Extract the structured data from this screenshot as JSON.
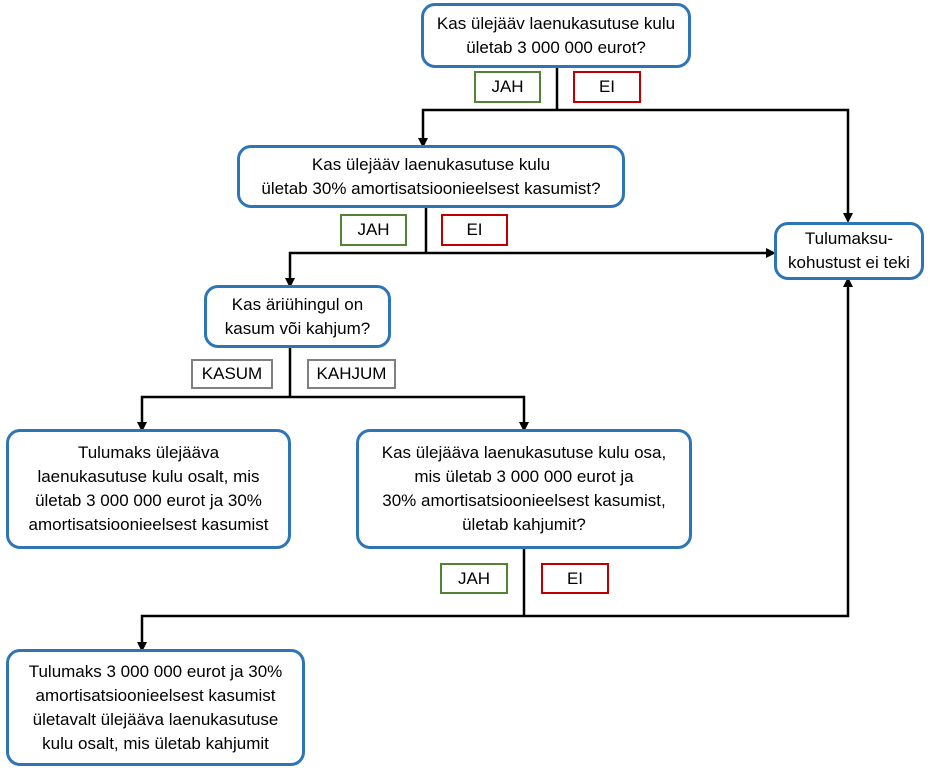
{
  "nodes": {
    "q1": "Kas ülejääv laenukasutuse kulu\nületab 3 000 000 eurot?",
    "q2": "Kas ülejääv laenukasutuse kulu\nületab 30% amortisatsioonieelsest kasumist?",
    "no_tax": "Tulumaksu-\nkohustust ei teki",
    "q3": "Kas äriühingul on\nkasum või kahjum?",
    "tax_profit": "Tulumaks ülejääva\nlaenukasutuse kulu osalt, mis\nületab 3 000 000 eurot ja 30%\namortisatsioonieelsest kasumist",
    "q4": "Kas ülejääva laenukasutuse kulu osa,\nmis ületab 3 000 000 eurot ja\n30% amortisatsioonieelsest kasumist,\nületab kahjumit?",
    "tax_loss": "Tulumaks 3 000 000 eurot ja 30%\namortisatsioonieelsest kasumist\nületavalt ülejääva laenukasutuse\nkulu osalt, mis ületab kahjumit"
  },
  "labels": {
    "yes": "JAH",
    "no": "EI",
    "profit": "KASUM",
    "loss": "KAHJUM"
  },
  "colors": {
    "node_border": "#2e75b6",
    "yes_border": "#548235",
    "no_border": "#c00000",
    "neutral_border": "#7f7f7f",
    "connector": "#000000"
  }
}
